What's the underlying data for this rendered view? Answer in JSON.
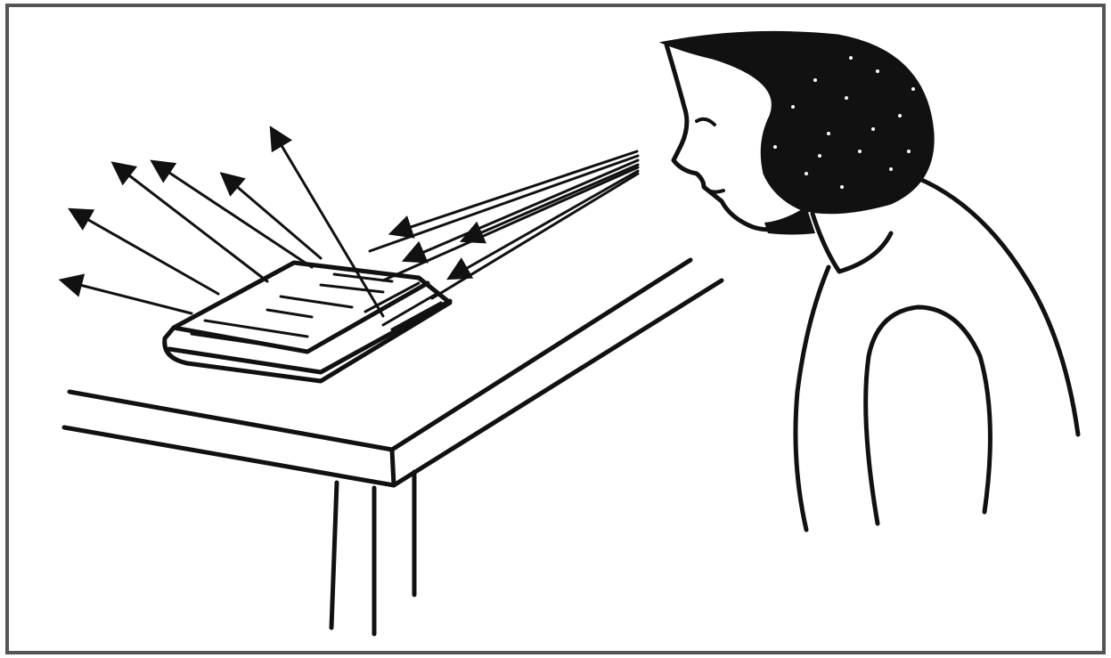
{
  "figure": {
    "colors": {
      "ink": "#111111",
      "paper": "#ffffff",
      "frame": "#555555"
    },
    "icons": {
      "outgoing_ray": "arrow-icon",
      "incoming_ray": "arrow-icon"
    },
    "elements": [
      "frame",
      "table",
      "book",
      "incoming-light-rays",
      "reflected-light-rays",
      "reader-figure"
    ]
  }
}
